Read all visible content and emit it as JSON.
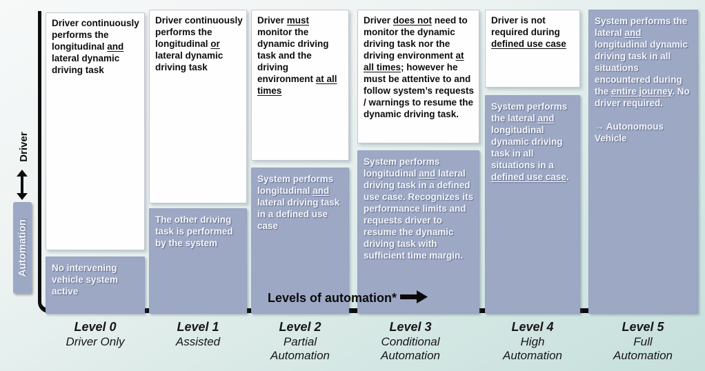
{
  "axis": {
    "driver_label": "Driver",
    "automation_label": "Automation",
    "arrow_icon": "up-down-arrow"
  },
  "banner": {
    "label": "Levels of automation*",
    "arrow_icon": "right-arrow"
  },
  "colors": {
    "box_blue": "#9da8c5",
    "background_teal": "#c6e0dc",
    "axis_black": "#0d0d0d",
    "box_white": "#fefefe"
  },
  "columns": [
    {
      "level": "Level 0",
      "name": "Driver Only",
      "driver_text": [
        {
          "t": "Driver continuously performs the longitudinal "
        },
        {
          "t": "and",
          "u": true
        },
        {
          "t": " lateral dynamic driving task"
        }
      ],
      "system_text": [
        {
          "t": "No intervening vehicle system active"
        }
      ]
    },
    {
      "level": "Level 1",
      "name": "Assisted",
      "driver_text": [
        {
          "t": "Driver continuously performs the longitudinal "
        },
        {
          "t": "or",
          "u": true
        },
        {
          "t": " lateral dynamic driving task"
        }
      ],
      "system_text": [
        {
          "t": "The other driving task is performed by the system"
        }
      ]
    },
    {
      "level": "Level 2",
      "name": "Partial Automation",
      "driver_text": [
        {
          "t": "Driver "
        },
        {
          "t": "must",
          "u": true
        },
        {
          "t": " monitor the dynamic driving task and the driving environment "
        },
        {
          "t": "at all times",
          "u": true
        }
      ],
      "system_text": [
        {
          "t": "System performs longitudinal "
        },
        {
          "t": "and",
          "u": true
        },
        {
          "t": " lateral driving task in a defined use case"
        }
      ]
    },
    {
      "level": "Level 3",
      "name": "Conditional Automation",
      "driver_text": [
        {
          "t": "Driver "
        },
        {
          "t": "does not",
          "u": true
        },
        {
          "t": " need to monitor the dynamic driving task nor the driving environment "
        },
        {
          "t": "at all times",
          "u": true
        },
        {
          "t": "; however he must be attentive to and follow system’s requests / warnings to resume the dynamic driving task."
        }
      ],
      "system_text": [
        {
          "t": "System performs longitudinal "
        },
        {
          "t": "and",
          "u": true
        },
        {
          "t": " lateral driving task in a defined use case. Recognizes its performance limits and requests driver to resume the dynamic driving task with sufficient time margin."
        }
      ]
    },
    {
      "level": "Level 4",
      "name": "High Automation",
      "driver_text": [
        {
          "t": "Driver is not required during "
        },
        {
          "t": "defined use case",
          "u": true
        }
      ],
      "system_text": [
        {
          "t": "System performs the lateral "
        },
        {
          "t": "and",
          "u": true
        },
        {
          "t": " longitudinal dynamic driving task in all situations in a "
        },
        {
          "t": "defined use case",
          "u": true
        },
        {
          "t": "."
        }
      ]
    },
    {
      "level": "Level 5",
      "name": "Full Automation",
      "system_text": [
        {
          "t": "System performs the lateral "
        },
        {
          "t": "and",
          "u": true
        },
        {
          "t": " longitudinal dynamic driving task in all situations encountered during the "
        },
        {
          "t": "entire journey",
          "u": true
        },
        {
          "t": ". No driver required."
        },
        {
          "br": 2
        },
        {
          "t": "→ Autonomous Vehicle"
        }
      ]
    }
  ]
}
